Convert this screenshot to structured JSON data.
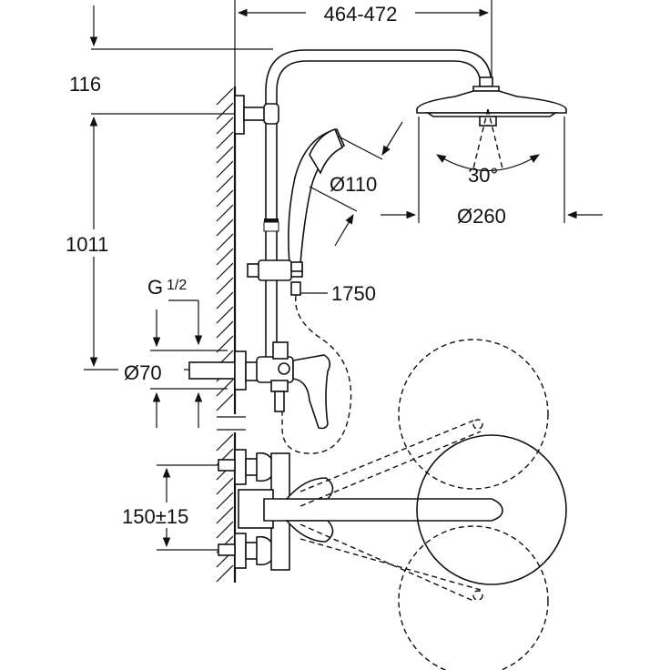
{
  "dimensions": {
    "arm_reach": "464-472",
    "top_offset": "116",
    "rail_height": "1011",
    "hand_shower_diameter": "Ø110",
    "head_shower_diameter": "Ø260",
    "head_angle": "30°",
    "hose_length": "1750",
    "thread_main": "G",
    "thread_frac": "1/2",
    "connector_diameter": "Ø70",
    "inlet_spacing": "150±15"
  }
}
